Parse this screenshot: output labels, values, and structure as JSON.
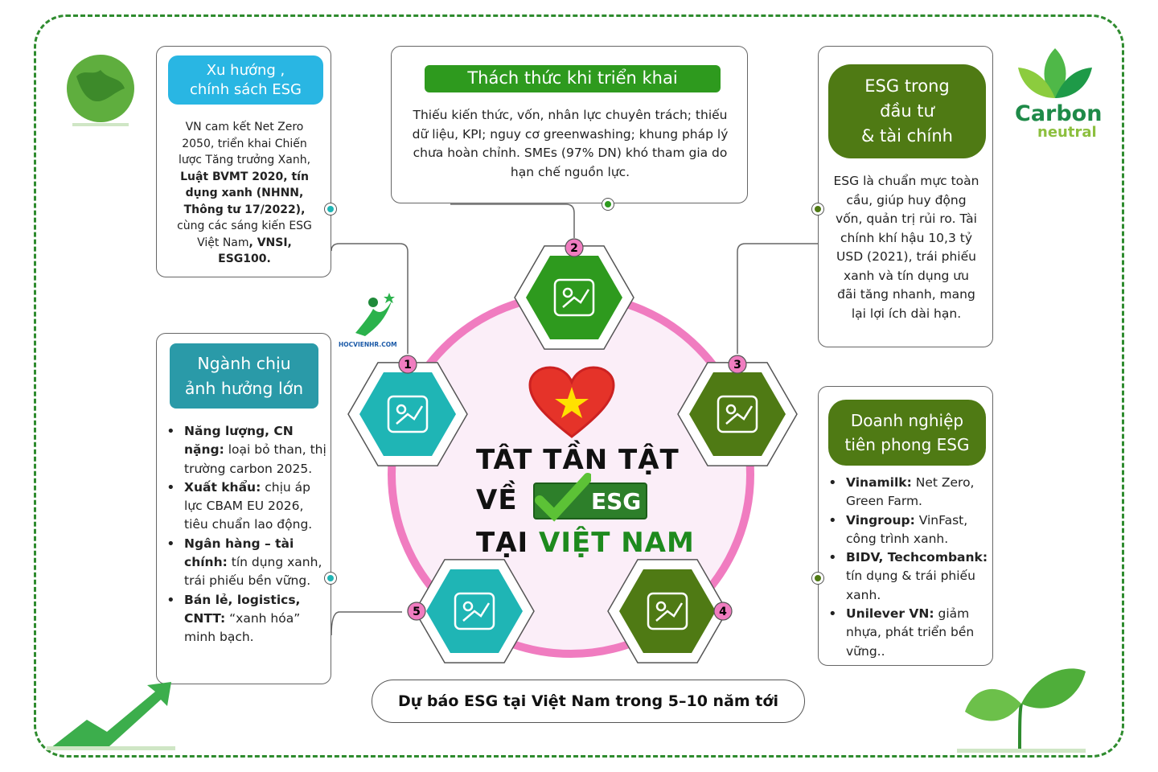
{
  "colors": {
    "frame": "#2e8b2e",
    "blue": "#29b6e3",
    "green": "#2e9a1e",
    "olive": "#4f7a14",
    "teal": "#2a9aa8",
    "pink": "#f07cc0",
    "pink_fill": "#fbeef8"
  },
  "box1": {
    "header": [
      "Xu hướng ,",
      "chính sách ESG"
    ],
    "segments": [
      {
        "t": "VN cam kết Net Zero 2050, triển khai Chiến lược Tăng trưởng Xanh, ",
        "b": false
      },
      {
        "t": "Luật BVMT 2020, tín dụng xanh (NHNN, Thông tư 17/2022),",
        "b": true
      },
      {
        "t": " cùng các sáng kiến ESG Việt Nam",
        "b": false
      },
      {
        "t": ", VNSI, ESG100.",
        "b": true
      }
    ]
  },
  "box2": {
    "header": "Thách thức khi triển khai",
    "body": "Thiếu kiến thức, vốn, nhân lực chuyên trách; thiếu dữ liệu, KPI; nguy cơ greenwashing; khung pháp lý chưa hoàn chỉnh. SMEs (97% DN) khó tham gia do hạn chế nguồn lực."
  },
  "box3": {
    "header": [
      "ESG trong",
      "đầu tư",
      "& tài chính"
    ],
    "body": "ESG là chuẩn mực toàn cầu, giúp huy động vốn, quản trị rủi ro. Tài chính khí hậu 10,3 tỷ USD (2021), trái phiếu xanh và tín dụng ưu đãi tăng nhanh, mang lại lợi ích dài hạn."
  },
  "box4": {
    "header": [
      "Ngành chịu",
      "ảnh hưởng lớn"
    ],
    "items": [
      {
        "b": "Năng lượng, CN nặng:",
        "t": " loại bỏ than, thị trường carbon 2025."
      },
      {
        "b": "Xuất khẩu:",
        "t": " chịu áp lực CBAM EU 2026, tiêu chuẩn lao động."
      },
      {
        "b": "Ngân hàng – tài chính:",
        "t": " tín dụng xanh, trái phiếu bền vững."
      },
      {
        "b": "Bán lẻ, logistics, CNTT:",
        "t": " “xanh hóa” minh bạch."
      }
    ]
  },
  "box5": {
    "header": [
      "Doanh nghiệp",
      "tiên phong ESG"
    ],
    "items": [
      {
        "b": "Vinamilk:",
        "t": " Net Zero, Green Farm."
      },
      {
        "b": "Vingroup:",
        "t": " VinFast, công trình xanh."
      },
      {
        "b": "BIDV, Techcombank:",
        "t": " tín dụng & trái phiếu xanh."
      },
      {
        "b": "Unilever VN:",
        "t": " giảm nhựa, phát triển bền vững.."
      }
    ]
  },
  "bottom": "Dự báo ESG tại Việt Nam trong 5–10 năm tới",
  "center": {
    "line1": "TÂT TẦN TẬT",
    "line2": "VỀ",
    "esg": "ESG",
    "line3a": "TẠI",
    "line3b": "VIỆT NAM"
  },
  "hexes": [
    {
      "num": "1",
      "icon": "roadmap-icon",
      "color": "#1fb5b5"
    },
    {
      "num": "2",
      "icon": "presenter-checklist-icon",
      "color": "#2e9a1e"
    },
    {
      "num": "3",
      "icon": "growth-chart-icon",
      "color": "#4f7a14"
    },
    {
      "num": "4",
      "icon": "gauge-gear-icon",
      "color": "#4f7a14"
    },
    {
      "num": "5",
      "icon": "team-stars-icon",
      "color": "#1fb5b5"
    }
  ],
  "logos": {
    "carbon": "Carbon",
    "neutral": "neutral",
    "hocvien": "HOCVIENHR.COM"
  }
}
